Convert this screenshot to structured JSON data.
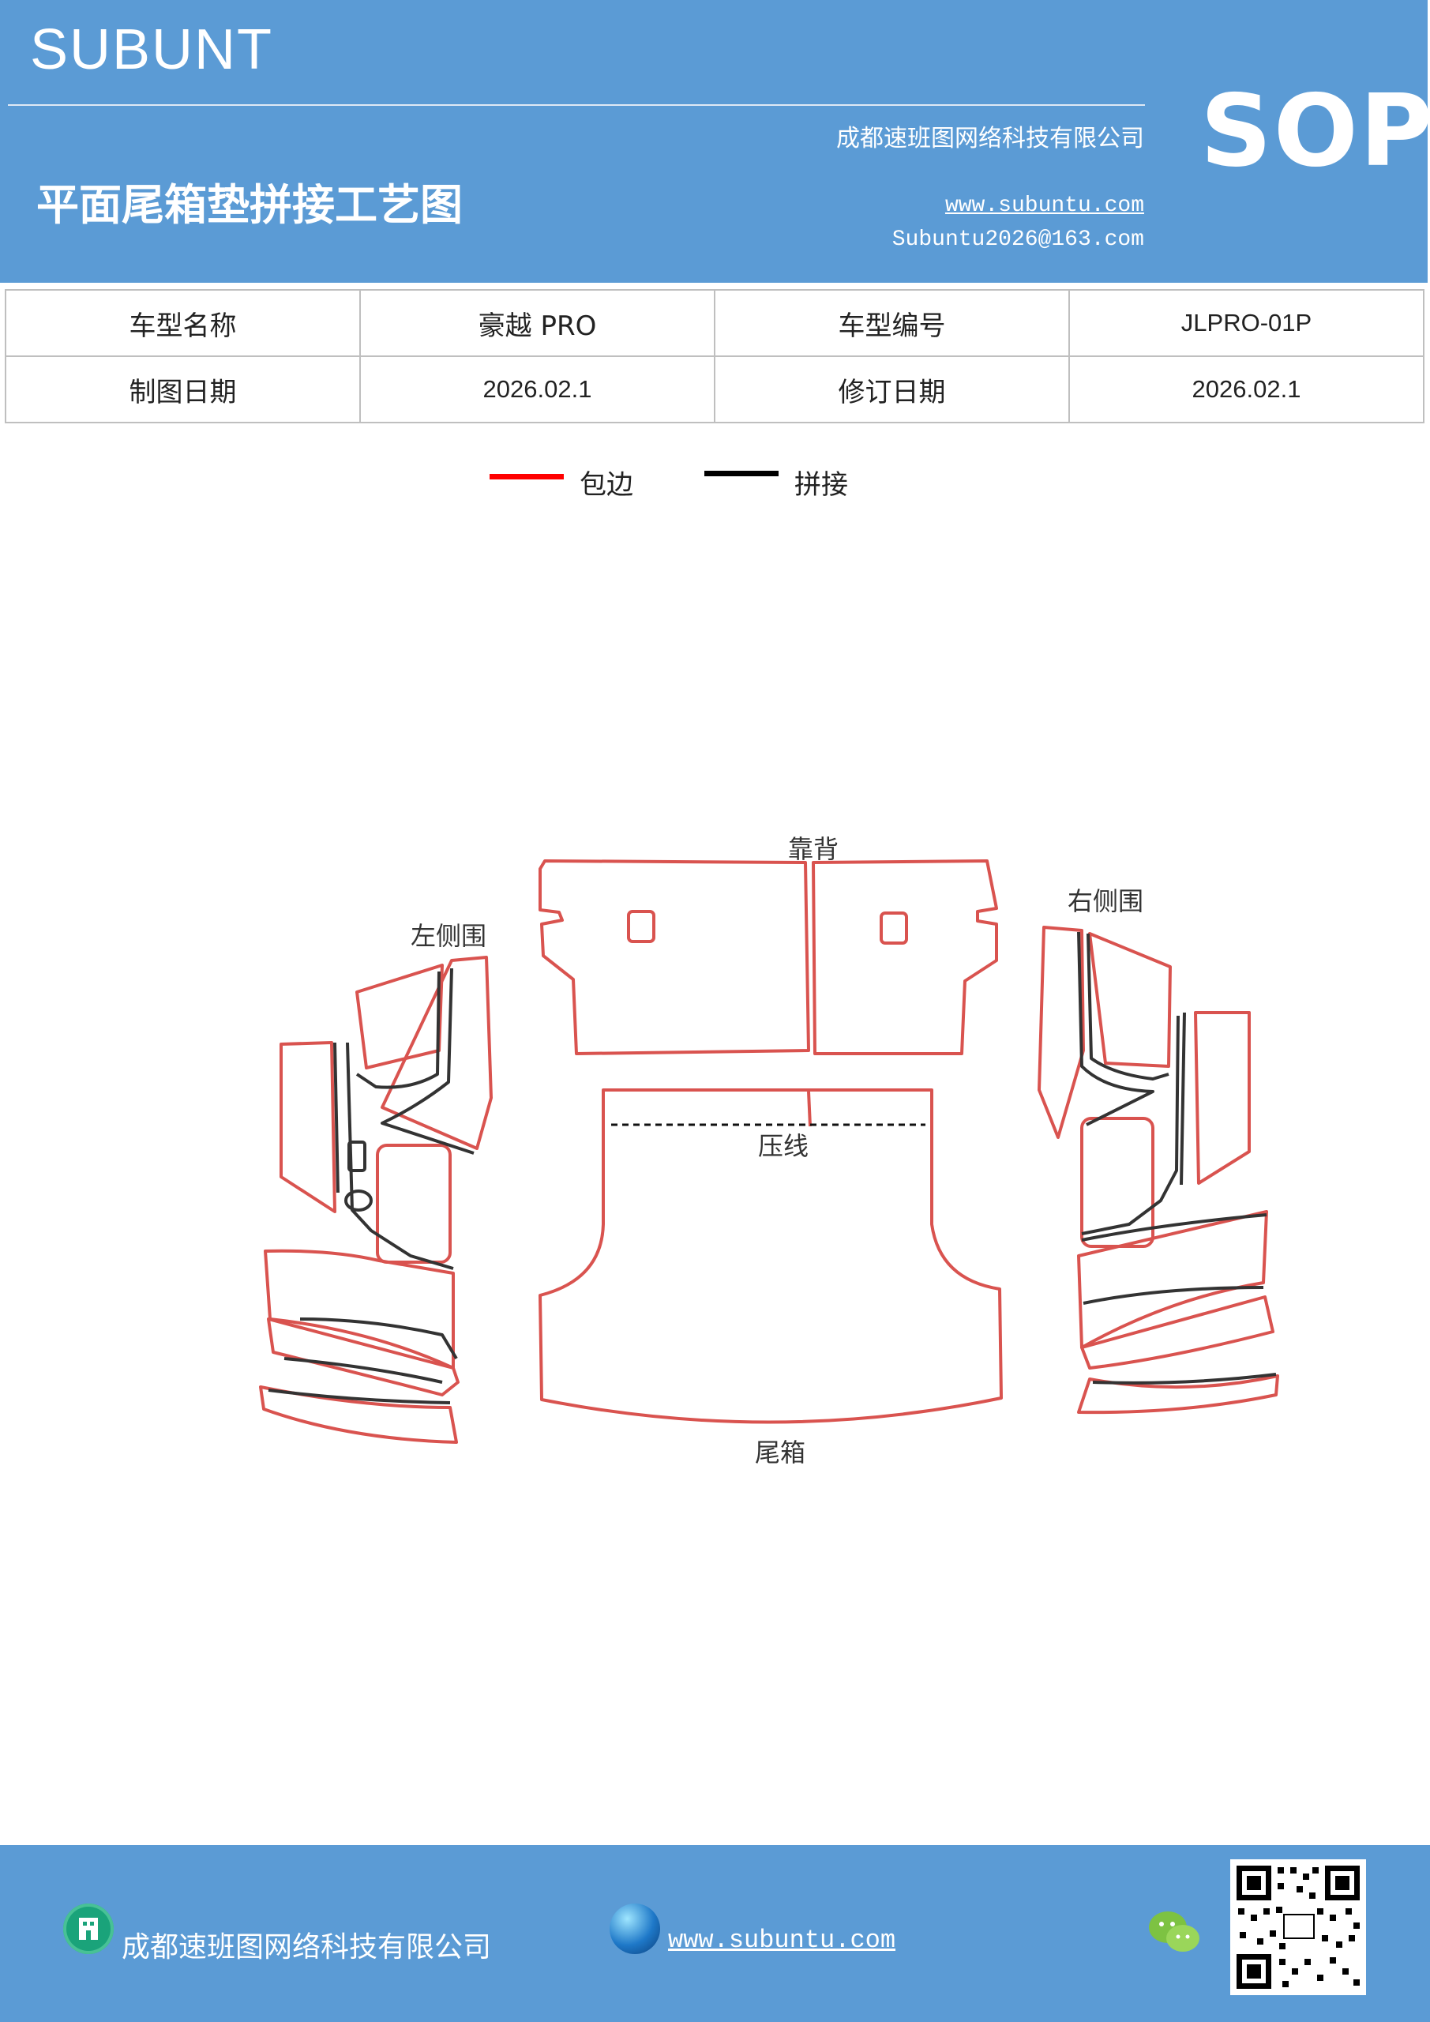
{
  "header": {
    "brand": "SUBUNT",
    "company": "成都速班图网络科技有限公司",
    "title": "平面尾箱垫拼接工艺图",
    "website": "www.subuntu.com",
    "email": "Subuntu2026@163.com",
    "sop": "SOP"
  },
  "info": {
    "model_name_label": "车型名称",
    "model_name": "豪越 PRO",
    "model_code_label": "车型编号",
    "model_code": "JLPRO-01P",
    "draw_date_label": "制图日期",
    "draw_date": "2026.02.1",
    "revise_date_label": "修订日期",
    "revise_date": "2026.02.1"
  },
  "legend": {
    "edge_label": "包边",
    "edge_color": "#ff0000",
    "join_label": "拼接",
    "join_color": "#000000"
  },
  "diagram": {
    "backrest": "靠背",
    "left_side": "左侧围",
    "right_side": "右侧围",
    "press_line": "压线",
    "trunk": "尾箱",
    "outline_color": "#d9534f",
    "stitch_color": "#333333"
  },
  "footer": {
    "company": "成都速班图网络科技有限公司",
    "website": "www.subuntu.com"
  },
  "colors": {
    "header_bg": "#5b9bd5",
    "footer_bg": "#5b9bd5"
  },
  "icons": [
    "building-icon",
    "globe-icon",
    "wechat-icon",
    "qr-code"
  ]
}
